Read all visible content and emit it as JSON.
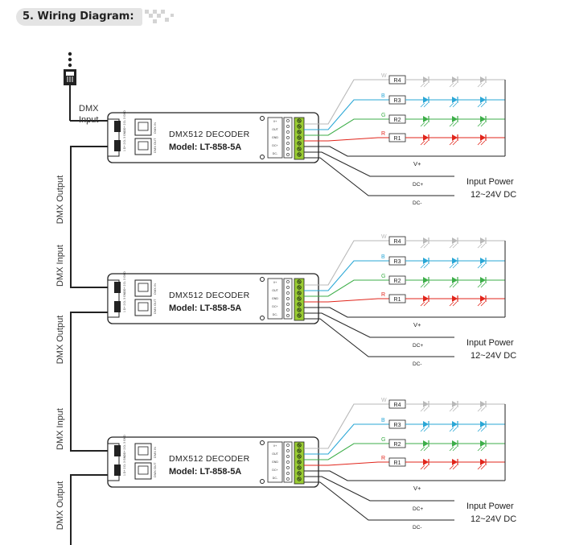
{
  "title": "5. Wiring Diagram:",
  "dmx_input_top": [
    "DMX",
    "Input"
  ],
  "decoder": {
    "name": "DMX512 DECODER",
    "model": "Model: LT-858-5A",
    "port_label_in": "DMX IN",
    "port_label_out": "DMX OUT",
    "port_pins": "1 D+ 2 D- 3 GND",
    "terminal_labels": [
      "V+",
      "OUT",
      "GND",
      "DC+",
      "DC-"
    ]
  },
  "channels": [
    "R4",
    "R3",
    "R2",
    "R1"
  ],
  "wire_letters": [
    "W",
    "B",
    "G",
    "R"
  ],
  "channel_colors": [
    "#b8b8b8",
    "#2aa7d6",
    "#3dae49",
    "#e1251b"
  ],
  "vplus_label": "V+",
  "dc_plus_label": "DC+",
  "dc_minus_label": "DC-",
  "power_label": [
    "Input Power",
    "12~24V DC"
  ],
  "side_labels": [
    "DMX Output",
    "DMX Input",
    "DMX Output",
    "DMX Input",
    "DMX Output"
  ]
}
